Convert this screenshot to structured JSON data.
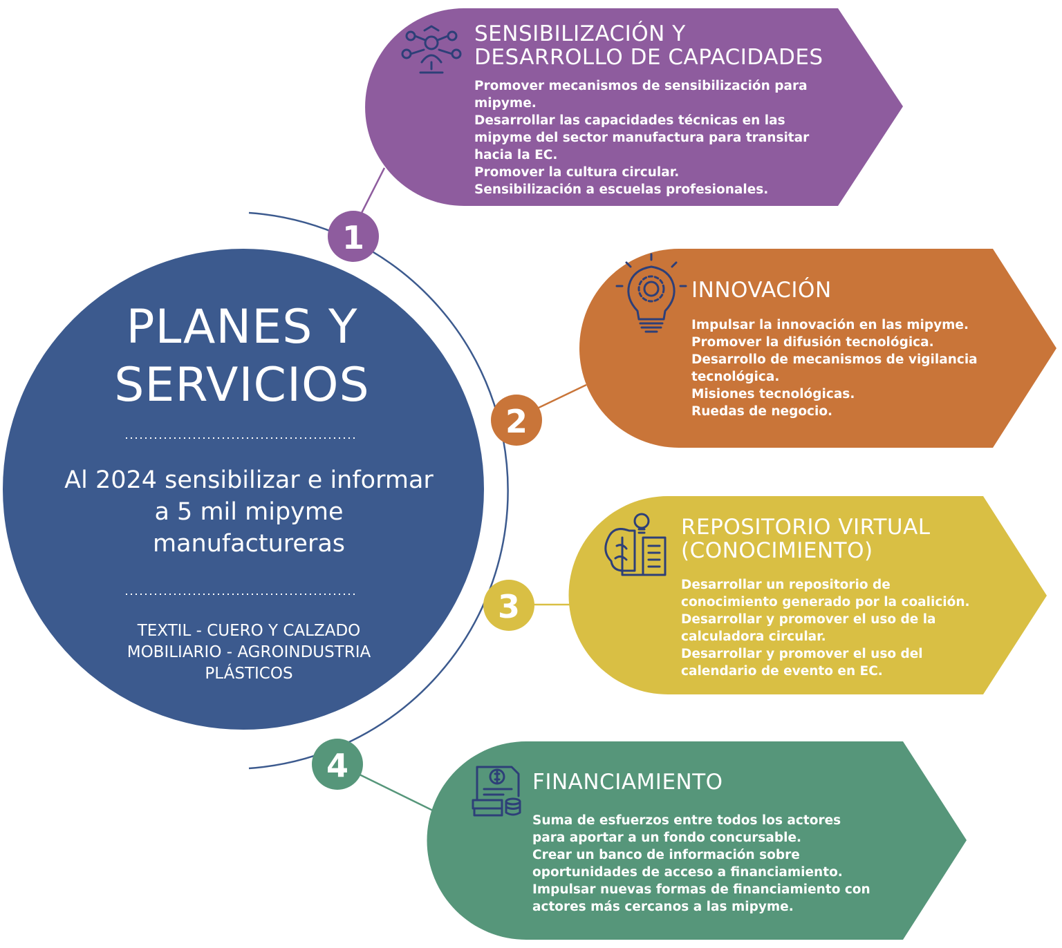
{
  "title": "PLANES Y SERVICIOS",
  "title_lines": [
    "PLANES Y",
    "SERVICIOS"
  ],
  "goal": "Al 2024 sensibilizar e informar a 5 mil mipyme manufactureras",
  "sectors_lines": [
    "TEXTIL - CUERO Y CALZADO",
    "MOBILIARIO - AGROINDUSTRIA",
    "PLÁSTICOS"
  ],
  "colors": {
    "circle": "#3c5a8e",
    "purple": "#8e5c9e",
    "orange": "#c97539",
    "yellow": "#d9bf44",
    "green": "#56967a",
    "icon": "#2d3f78"
  },
  "cards": [
    {
      "number": "1",
      "icon": "people-network-icon",
      "title": "SENSIBILIZACIÓN Y DESARROLLO DE CAPACIDADES",
      "title_lines": [
        "SENSIBILIZACIÓN Y",
        "DESARROLLO DE CAPACIDADES"
      ],
      "items": [
        "Promover mecanismos de sensibilización para mipyme.",
        "Desarrollar las capacidades técnicas en las mipyme del sector manufactura para transitar hacia la EC.",
        "Promover la cultura circular.",
        "Sensibilización a escuelas profesionales."
      ]
    },
    {
      "number": "2",
      "icon": "gear-bulb-icon",
      "title": "INNOVACIÓN",
      "title_lines": [
        "INNOVACIÓN"
      ],
      "items": [
        "Impulsar la innovación en las mipyme.",
        "Promover la difusión tecnológica.",
        "Desarrollo de mecanismos de vigilancia tecnológica.",
        "Misiones tecnológicas.",
        "Ruedas de negocio."
      ]
    },
    {
      "number": "3",
      "icon": "brain-book-icon",
      "title": "REPOSITORIO VIRTUAL (CONOCIMIENTO)",
      "title_lines": [
        "REPOSITORIO VIRTUAL",
        "(CONOCIMIENTO)"
      ],
      "items": [
        "Desarrollar un repositorio de conocimiento generado por la coalición.",
        "Desarrollar y promover el uso de la calculadora circular.",
        "Desarrollar y promover el uso del calendario de evento en EC."
      ]
    },
    {
      "number": "4",
      "icon": "money-document-icon",
      "title": "FINANCIAMIENTO",
      "title_lines": [
        "FINANCIAMIENTO"
      ],
      "items": [
        "Suma de esfuerzos entre todos los actores para aportar a un fondo concursable.",
        "Crear un banco de información sobre oportunidades de acceso a financiamiento.",
        "Impulsar nuevas formas de financiamiento con actores más cercanos a las mipyme."
      ]
    }
  ]
}
